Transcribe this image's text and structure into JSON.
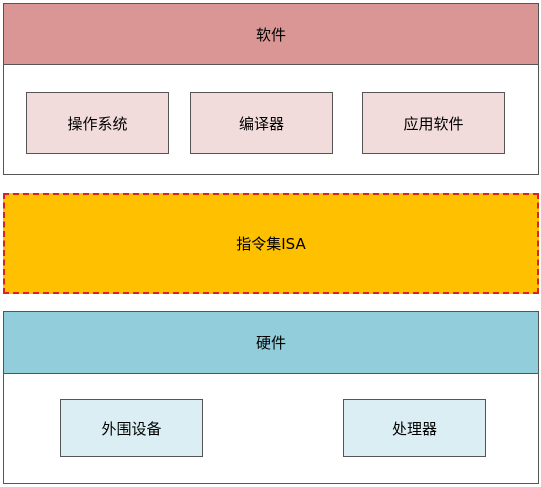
{
  "software": {
    "title": "软件",
    "items": [
      "操作系统",
      "编译器",
      "应用软件"
    ]
  },
  "isa": {
    "label": "指令集ISA"
  },
  "hardware": {
    "title": "硬件",
    "items": [
      "外围设备",
      "处理器"
    ]
  },
  "colors": {
    "software_header": "#d99694",
    "software_box": "#f2dcdb",
    "isa_fill": "#ffc000",
    "isa_border": "#e02020",
    "hardware_header": "#92cddc",
    "hardware_box": "#dbeef3",
    "border": "#555555"
  }
}
